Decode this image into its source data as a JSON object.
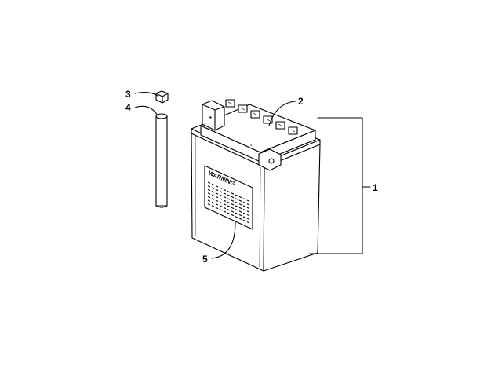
{
  "callouts": {
    "c1": "1",
    "c2": "2",
    "c3": "3",
    "c4": "4",
    "c5": "5"
  },
  "battery": {
    "warning_text": "WARNING",
    "minus_mark": "+",
    "plus_mark": "-"
  }
}
